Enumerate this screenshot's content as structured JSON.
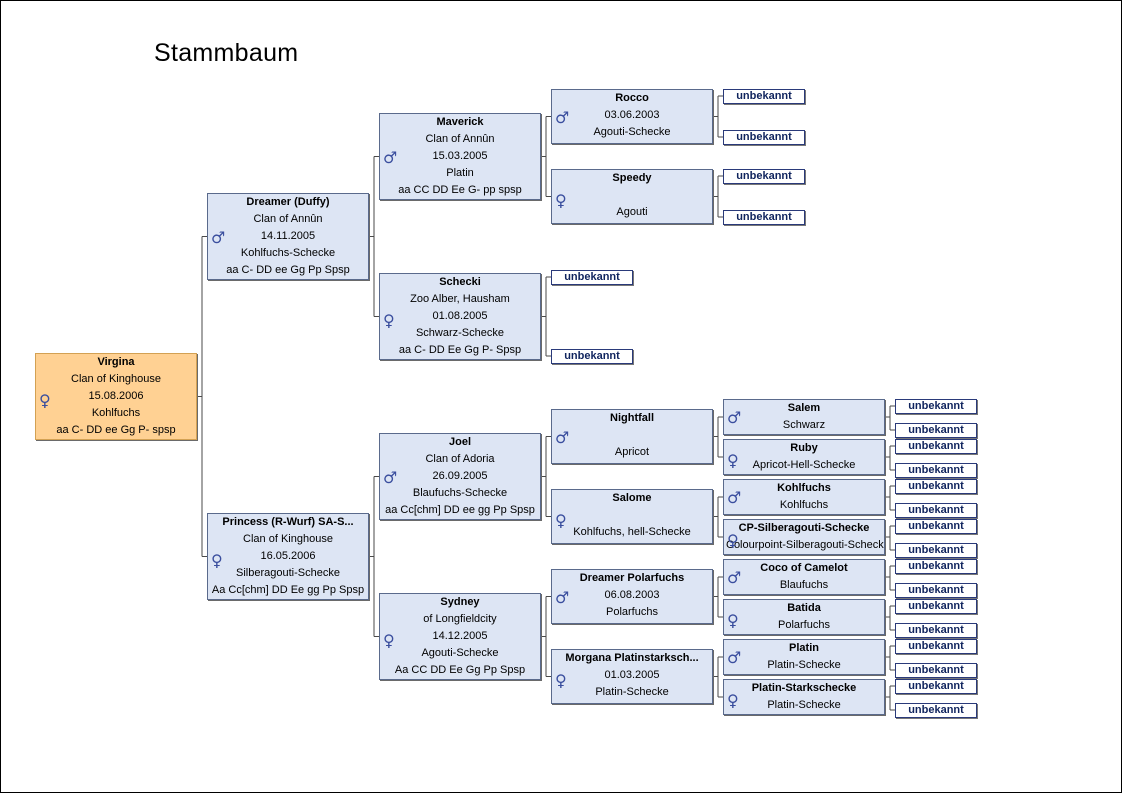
{
  "title": "Stammbaum",
  "unknown_label": "unbekannt",
  "symbols": {
    "male": "♂",
    "female": "♀"
  },
  "people": {
    "virgina": {
      "name": "Virgina",
      "sex": "female",
      "lines": [
        "Clan of Kinghouse",
        "15.08.2006",
        "Kohlfuchs",
        "aa C- DD ee Gg P- spsp"
      ]
    },
    "dreamer": {
      "name": "Dreamer (Duffy)",
      "sex": "male",
      "lines": [
        "Clan of Annûn",
        "14.11.2005",
        "Kohlfuchs-Schecke",
        "aa C- DD ee Gg Pp Spsp"
      ]
    },
    "princess": {
      "name": "Princess (R-Wurf) SA-S...",
      "sex": "female",
      "lines": [
        "Clan of Kinghouse",
        "16.05.2006",
        "Silberagouti-Schecke",
        "Aa Cc[chm] DD Ee gg Pp Spsp"
      ]
    },
    "maverick": {
      "name": "Maverick",
      "sex": "male",
      "lines": [
        "Clan of Annûn",
        "15.03.2005",
        "Platin",
        "aa CC DD Ee G- pp spsp"
      ]
    },
    "schecki": {
      "name": "Schecki",
      "sex": "female",
      "lines": [
        "Zoo Alber, Hausham",
        "01.08.2005",
        "Schwarz-Schecke",
        "aa C- DD Ee Gg P- Spsp"
      ]
    },
    "joel": {
      "name": "Joel",
      "sex": "male",
      "lines": [
        "Clan of Adoria",
        "26.09.2005",
        "Blaufuchs-Schecke",
        "aa Cc[chm] DD ee gg Pp Spsp"
      ]
    },
    "sydney": {
      "name": "Sydney",
      "sex": "female",
      "lines": [
        "of Longfieldcity",
        "14.12.2005",
        "Agouti-Schecke",
        "Aa CC DD Ee Gg Pp Spsp"
      ]
    },
    "rocco": {
      "name": "Rocco",
      "sex": "male",
      "lines": [
        "03.06.2003",
        "Agouti-Schecke"
      ]
    },
    "speedy": {
      "name": "Speedy",
      "sex": "female",
      "lines": [
        "",
        "Agouti"
      ]
    },
    "nightfall": {
      "name": "Nightfall",
      "sex": "male",
      "lines": [
        "",
        "Apricot"
      ]
    },
    "salome": {
      "name": "Salome",
      "sex": "female",
      "lines": [
        "",
        "Kohlfuchs, hell-Schecke"
      ]
    },
    "dreamerpolar": {
      "name": "Dreamer Polarfuchs",
      "sex": "male",
      "lines": [
        "06.08.2003",
        "Polarfuchs"
      ]
    },
    "morgana": {
      "name": "Morgana Platinstarksch...",
      "sex": "female",
      "lines": [
        "01.03.2005",
        "Platin-Schecke"
      ]
    },
    "salem": {
      "name": "Salem",
      "sex": "male",
      "lines": [
        "Schwarz"
      ]
    },
    "ruby": {
      "name": "Ruby",
      "sex": "female",
      "lines": [
        "Apricot-Hell-Schecke"
      ]
    },
    "kohlfuchs": {
      "name": "Kohlfuchs",
      "sex": "male",
      "lines": [
        "Kohlfuchs"
      ]
    },
    "cpsilber": {
      "name": "CP-Silberagouti-Schecke",
      "sex": "female",
      "lines": [
        "Colourpoint-Silberagouti-Schecke"
      ]
    },
    "coco": {
      "name": "Coco of Camelot",
      "sex": "male",
      "lines": [
        "Blaufuchs"
      ]
    },
    "batida": {
      "name": "Batida",
      "sex": "female",
      "lines": [
        "Polarfuchs"
      ]
    },
    "platin": {
      "name": "Platin",
      "sex": "male",
      "lines": [
        "Platin-Schecke"
      ]
    },
    "platinstark": {
      "name": "Platin-Starkschecke",
      "sex": "female",
      "lines": [
        "Platin-Schecke"
      ]
    }
  },
  "tree": {
    "parents": {
      "virgina": [
        "dreamer",
        "princess"
      ],
      "dreamer": [
        "maverick",
        "schecki"
      ],
      "princess": [
        "joel",
        "sydney"
      ],
      "maverick": [
        "rocco",
        "speedy"
      ],
      "schecki": [
        null,
        null
      ],
      "joel": [
        "nightfall",
        "salome"
      ],
      "sydney": [
        "dreamerpolar",
        "morgana"
      ],
      "rocco": [
        null,
        null
      ],
      "speedy": [
        null,
        null
      ],
      "nightfall": [
        "salem",
        "ruby"
      ],
      "salome": [
        "kohlfuchs",
        "cpsilber"
      ],
      "dreamerpolar": [
        "coco",
        "batida"
      ],
      "morgana": [
        "platin",
        "platinstark"
      ],
      "salem": [
        null,
        null
      ],
      "ruby": [
        null,
        null
      ],
      "kohlfuchs": [
        null,
        null
      ],
      "cpsilber": [
        null,
        null
      ],
      "coco": [
        null,
        null
      ],
      "batida": [
        null,
        null
      ],
      "platin": [
        null,
        null
      ],
      "platinstark": [
        null,
        null
      ]
    }
  }
}
